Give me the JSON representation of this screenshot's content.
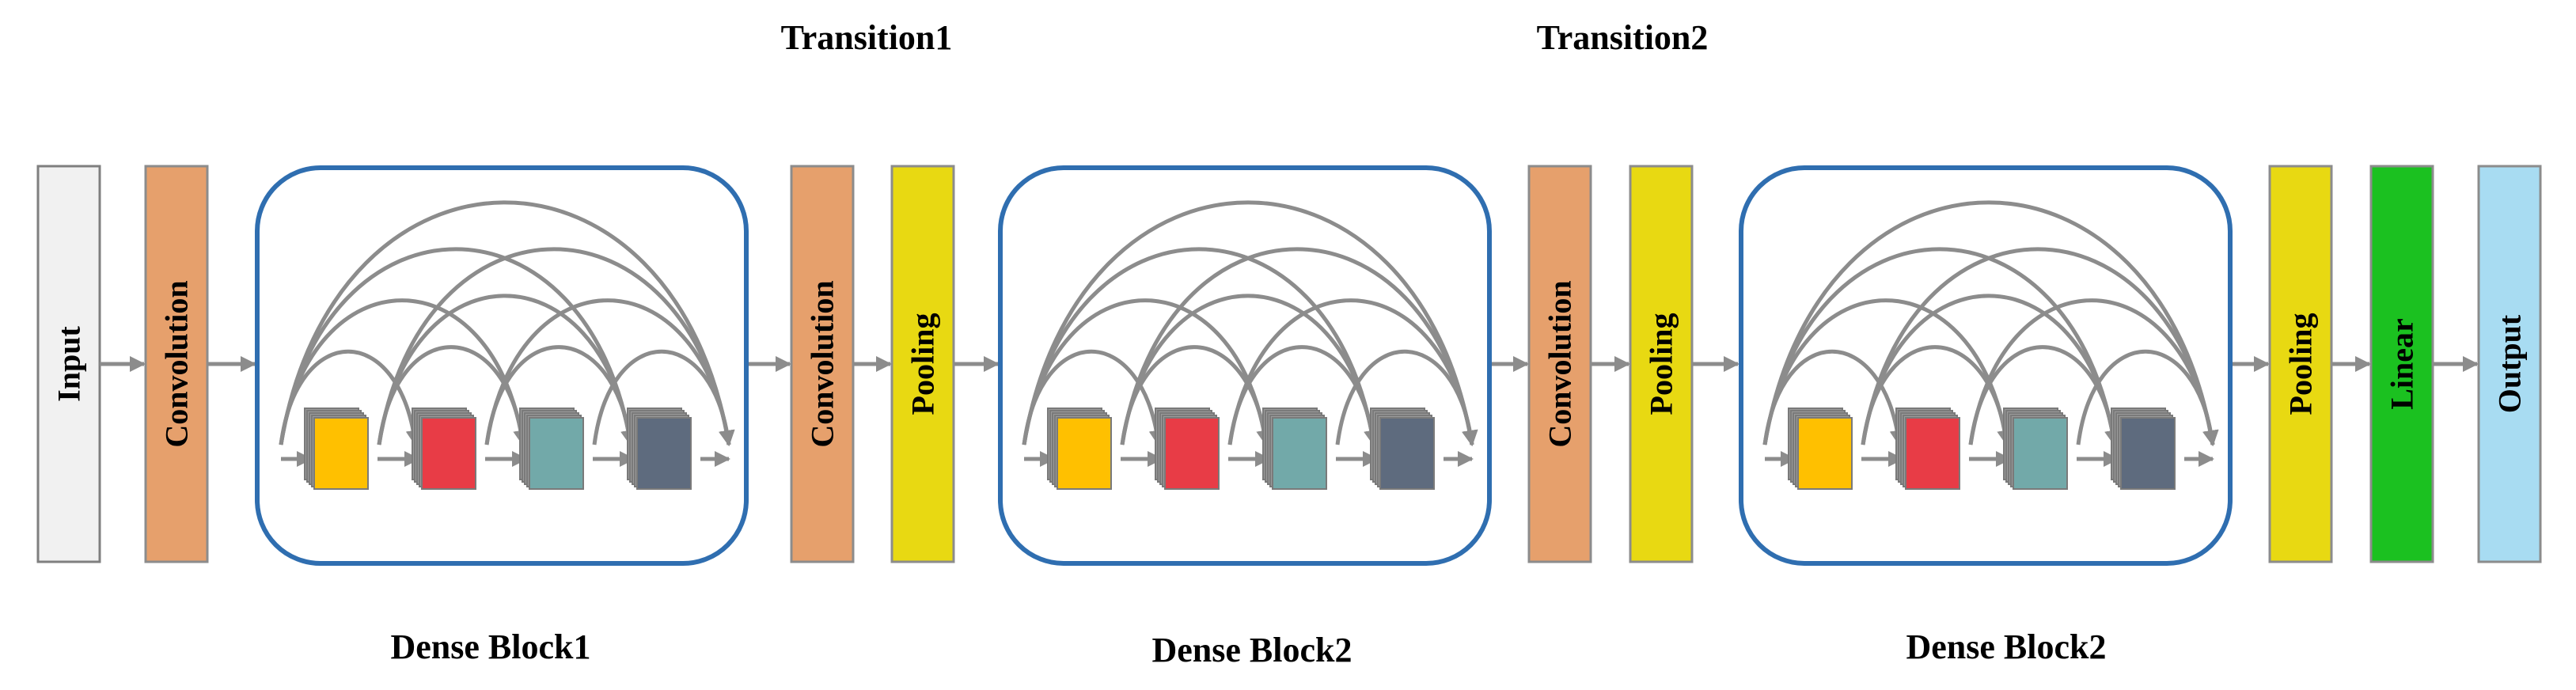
{
  "diagram": {
    "labels": {
      "transition1": "Transition1",
      "transition2": "Transition2",
      "dense_block1": "Dense Block1",
      "dense_block2": "Dense Block2",
      "dense_block3": "Dense Block2"
    },
    "layers": {
      "input": "Input",
      "convolution_1": "Convolution",
      "convolution_2": "Convolution",
      "pooling_1": "Pooling",
      "convolution_3": "Convolution",
      "pooling_2": "Pooling",
      "pooling_3": "Pooling",
      "linear": "Linear",
      "output": "Output"
    },
    "colors": {
      "input": "#f1f1f1",
      "convolution": "#e6a06c",
      "pooling": "#e8d912",
      "linear": "#1bc120",
      "output": "#a8dcf2",
      "dense_block_border": "#2f6eb0",
      "arrow": "#8c8c8c",
      "feature_map_1": "#ffc000",
      "feature_map_2": "#e83c46",
      "feature_map_3": "#72a9a9",
      "feature_map_4": "#5e6b7e"
    }
  }
}
